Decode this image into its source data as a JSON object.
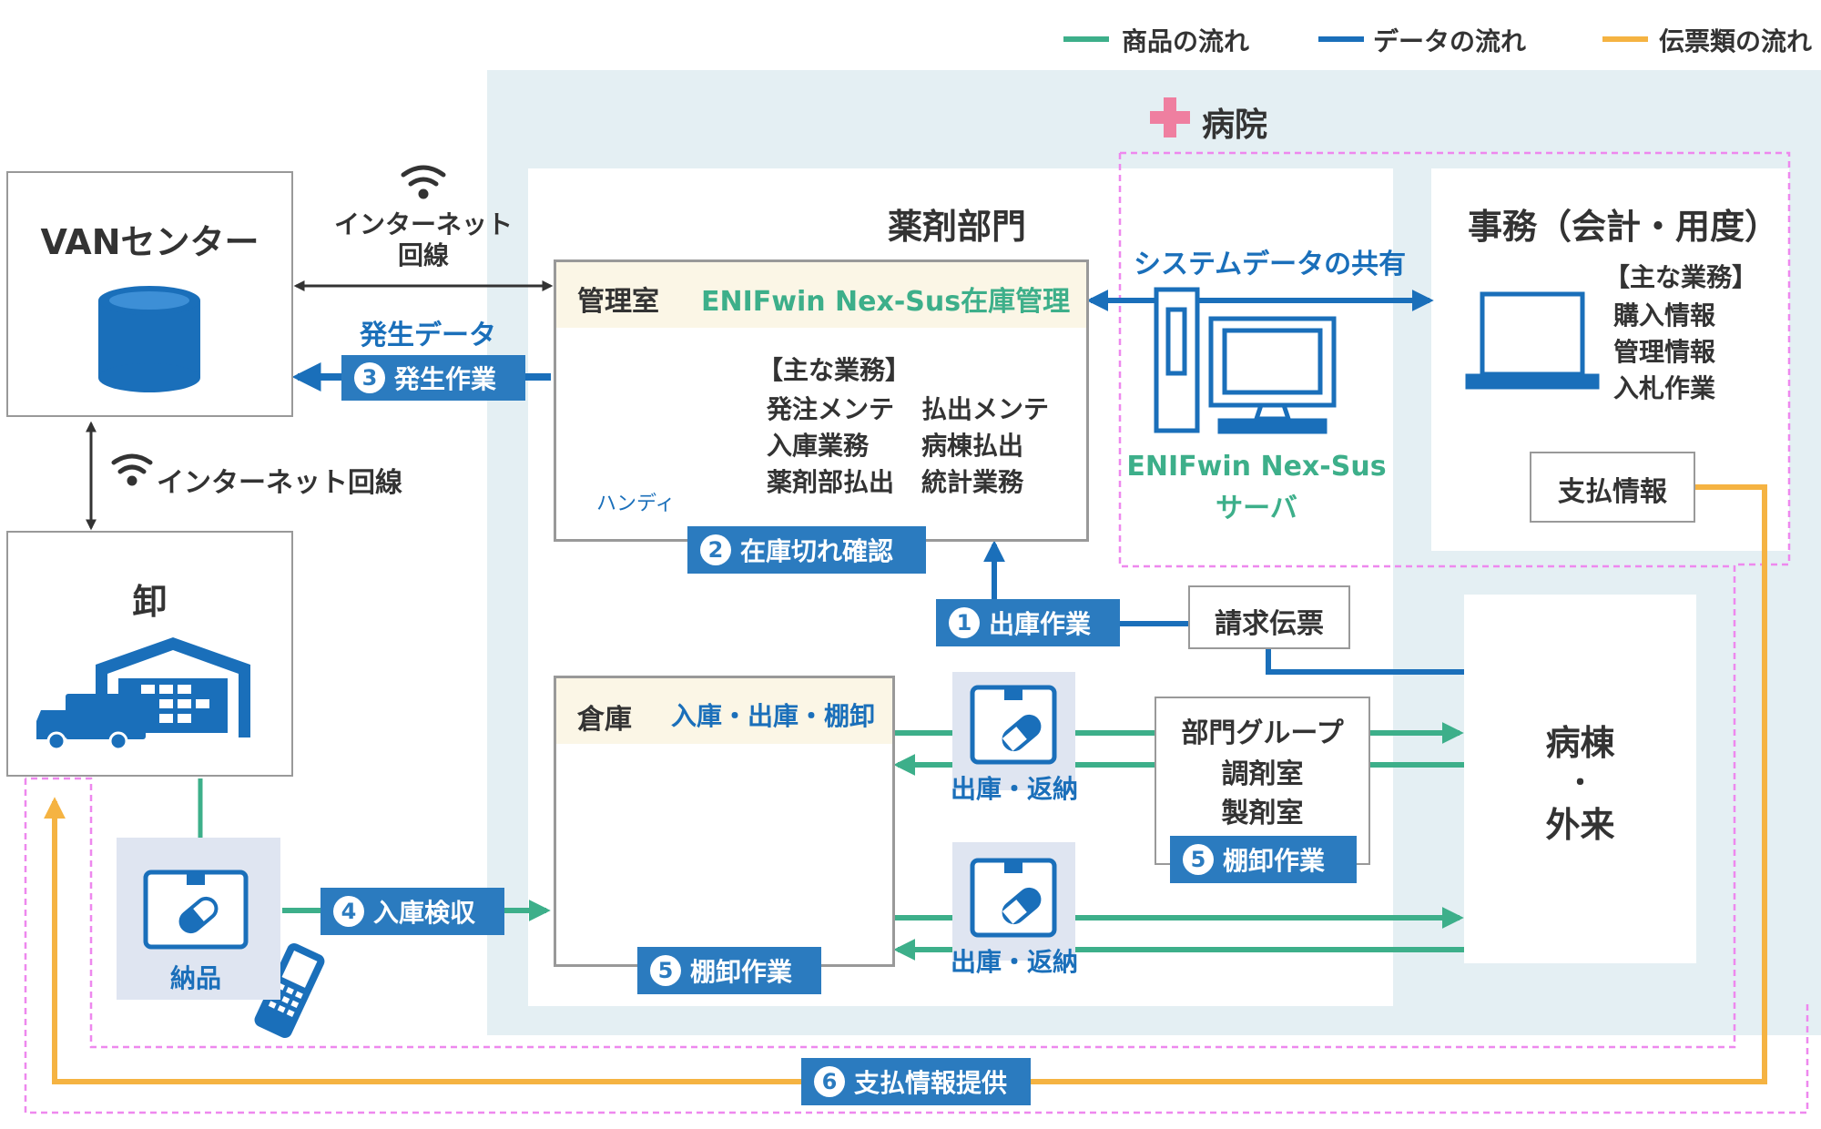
{
  "legend": {
    "goods": "商品の流れ",
    "data": "データの流れ",
    "slips": "伝票類の流れ"
  },
  "colors": {
    "goods": "#3daf8a",
    "data": "#1a6fba",
    "slips": "#f5b342",
    "hospital_bg": "#e4eff3",
    "badge": "#2b7bbf",
    "dashed": "#ee88ee",
    "header_bg": "#fbf6e6"
  },
  "hospital": {
    "title": "病院"
  },
  "van": {
    "title": "VANセンター"
  },
  "internet_line_top": "インターネット\n回線",
  "internet_line_side": "インターネット回線",
  "generated_data": "発生データ",
  "step3": {
    "num": "3",
    "label": "発生作業"
  },
  "wholesale": {
    "title": "卸"
  },
  "pharmacy": {
    "title": "薬剤部門"
  },
  "control_room": {
    "title": "管理室",
    "system": "ENIFwin Nex-Sus在庫管理",
    "tasks_header": "【主な業務】",
    "tasks": [
      "発注メンテ",
      "払出メンテ",
      "入庫業務",
      "病棟払出",
      "薬剤部払出",
      "統計業務"
    ],
    "handy": "ハンディ"
  },
  "step2": {
    "num": "2",
    "label": "在庫切れ確認"
  },
  "step1": {
    "num": "1",
    "label": "出庫作業"
  },
  "system_share": "システムデータの共有",
  "server": {
    "name": "ENIFwin Nex-Sus",
    "sub": "サーバ"
  },
  "office": {
    "title": "事務（会計・用度）",
    "tasks_header": "【主な業務】",
    "tasks": [
      "購入情報",
      "管理情報",
      "入札作業"
    ],
    "payment_info": "支払情報"
  },
  "invoice": "請求伝票",
  "warehouse": {
    "title": "倉庫",
    "sub": "入庫・出庫・棚卸"
  },
  "step5_warehouse": {
    "num": "5",
    "label": "棚卸作業"
  },
  "ship_return_1": "出庫・返納",
  "ship_return_2": "出庫・返納",
  "dept_group": {
    "lines": [
      "部門グループ",
      "調剤室",
      "製剤室"
    ]
  },
  "step5_dept": {
    "num": "5",
    "label": "棚卸作業"
  },
  "ward": {
    "line1": "病棟",
    "dot": "・",
    "line2": "外来"
  },
  "delivery": "納品",
  "step4": {
    "num": "4",
    "label": "入庫検収"
  },
  "step6": {
    "num": "6",
    "label": "支払情報提供"
  }
}
